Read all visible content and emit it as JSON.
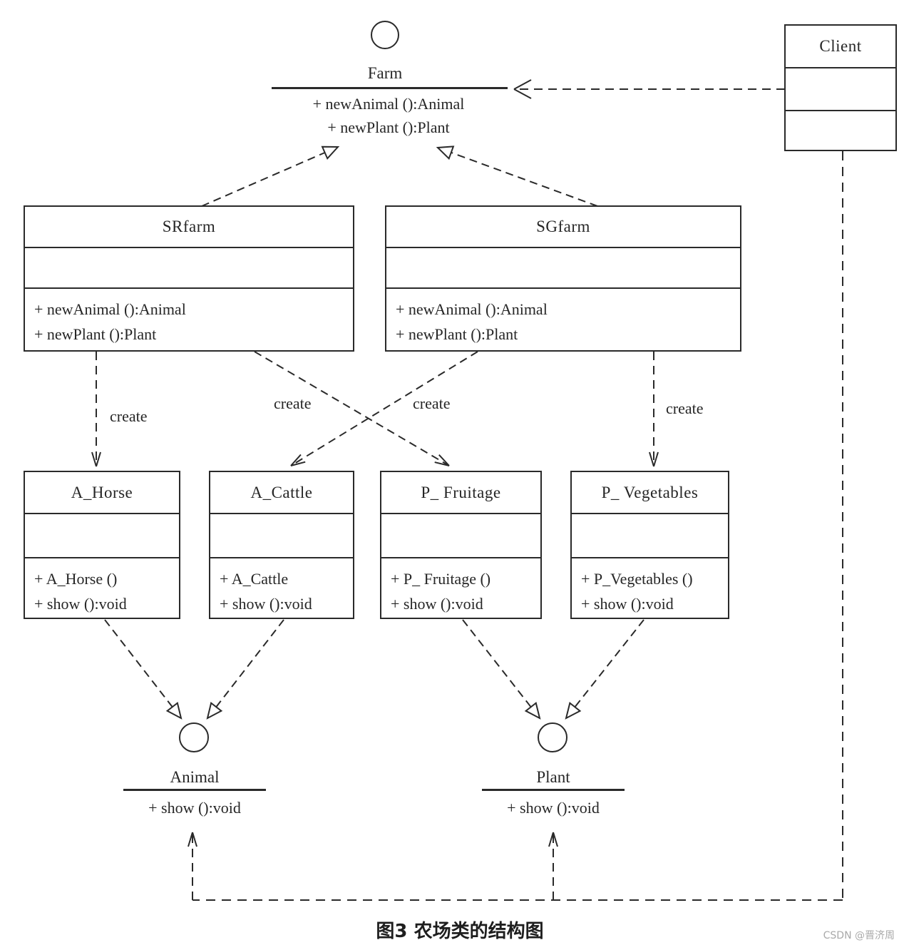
{
  "diagram": {
    "caption": "图3 农场类的结构图",
    "watermark": "CSDN @晋济周",
    "ink_color": "#2a2a2a",
    "background_color": "#ffffff",
    "watermark_color": "#a9a9a9"
  },
  "interfaces": {
    "farm": {
      "name": "Farm",
      "operations": [
        "+ newAnimal ():Animal",
        "+ newPlant ():Plant"
      ]
    },
    "animal": {
      "name": "Animal",
      "operations": [
        "+ show ():void"
      ]
    },
    "plant": {
      "name": "Plant",
      "operations": [
        "+ show ():void"
      ]
    }
  },
  "classes": {
    "client": {
      "name": "Client"
    },
    "srfarm": {
      "name": "SRfarm",
      "operations": [
        "+ newAnimal ():Animal",
        "+ newPlant ():Plant"
      ]
    },
    "sgfarm": {
      "name": "SGfarm",
      "operations": [
        "+ newAnimal ():Animal",
        "+ newPlant ():Plant"
      ]
    },
    "a_horse": {
      "name": "A_Horse",
      "operations": [
        "+ A_Horse ()",
        "+ show ():void"
      ]
    },
    "a_cattle": {
      "name": "A_Cattle",
      "operations": [
        "+ A_Cattle",
        "+ show ():void"
      ]
    },
    "p_fruitage": {
      "name": "P_ Fruitage",
      "operations": [
        "+ P_ Fruitage ()",
        "+ show ():void"
      ]
    },
    "p_vegetables": {
      "name": "P_ Vegetables",
      "operations": [
        "+ P_Vegetables ()",
        "+ show ():void"
      ]
    }
  },
  "edges": {
    "create_labels": [
      "create",
      "create",
      "create",
      "create"
    ]
  }
}
